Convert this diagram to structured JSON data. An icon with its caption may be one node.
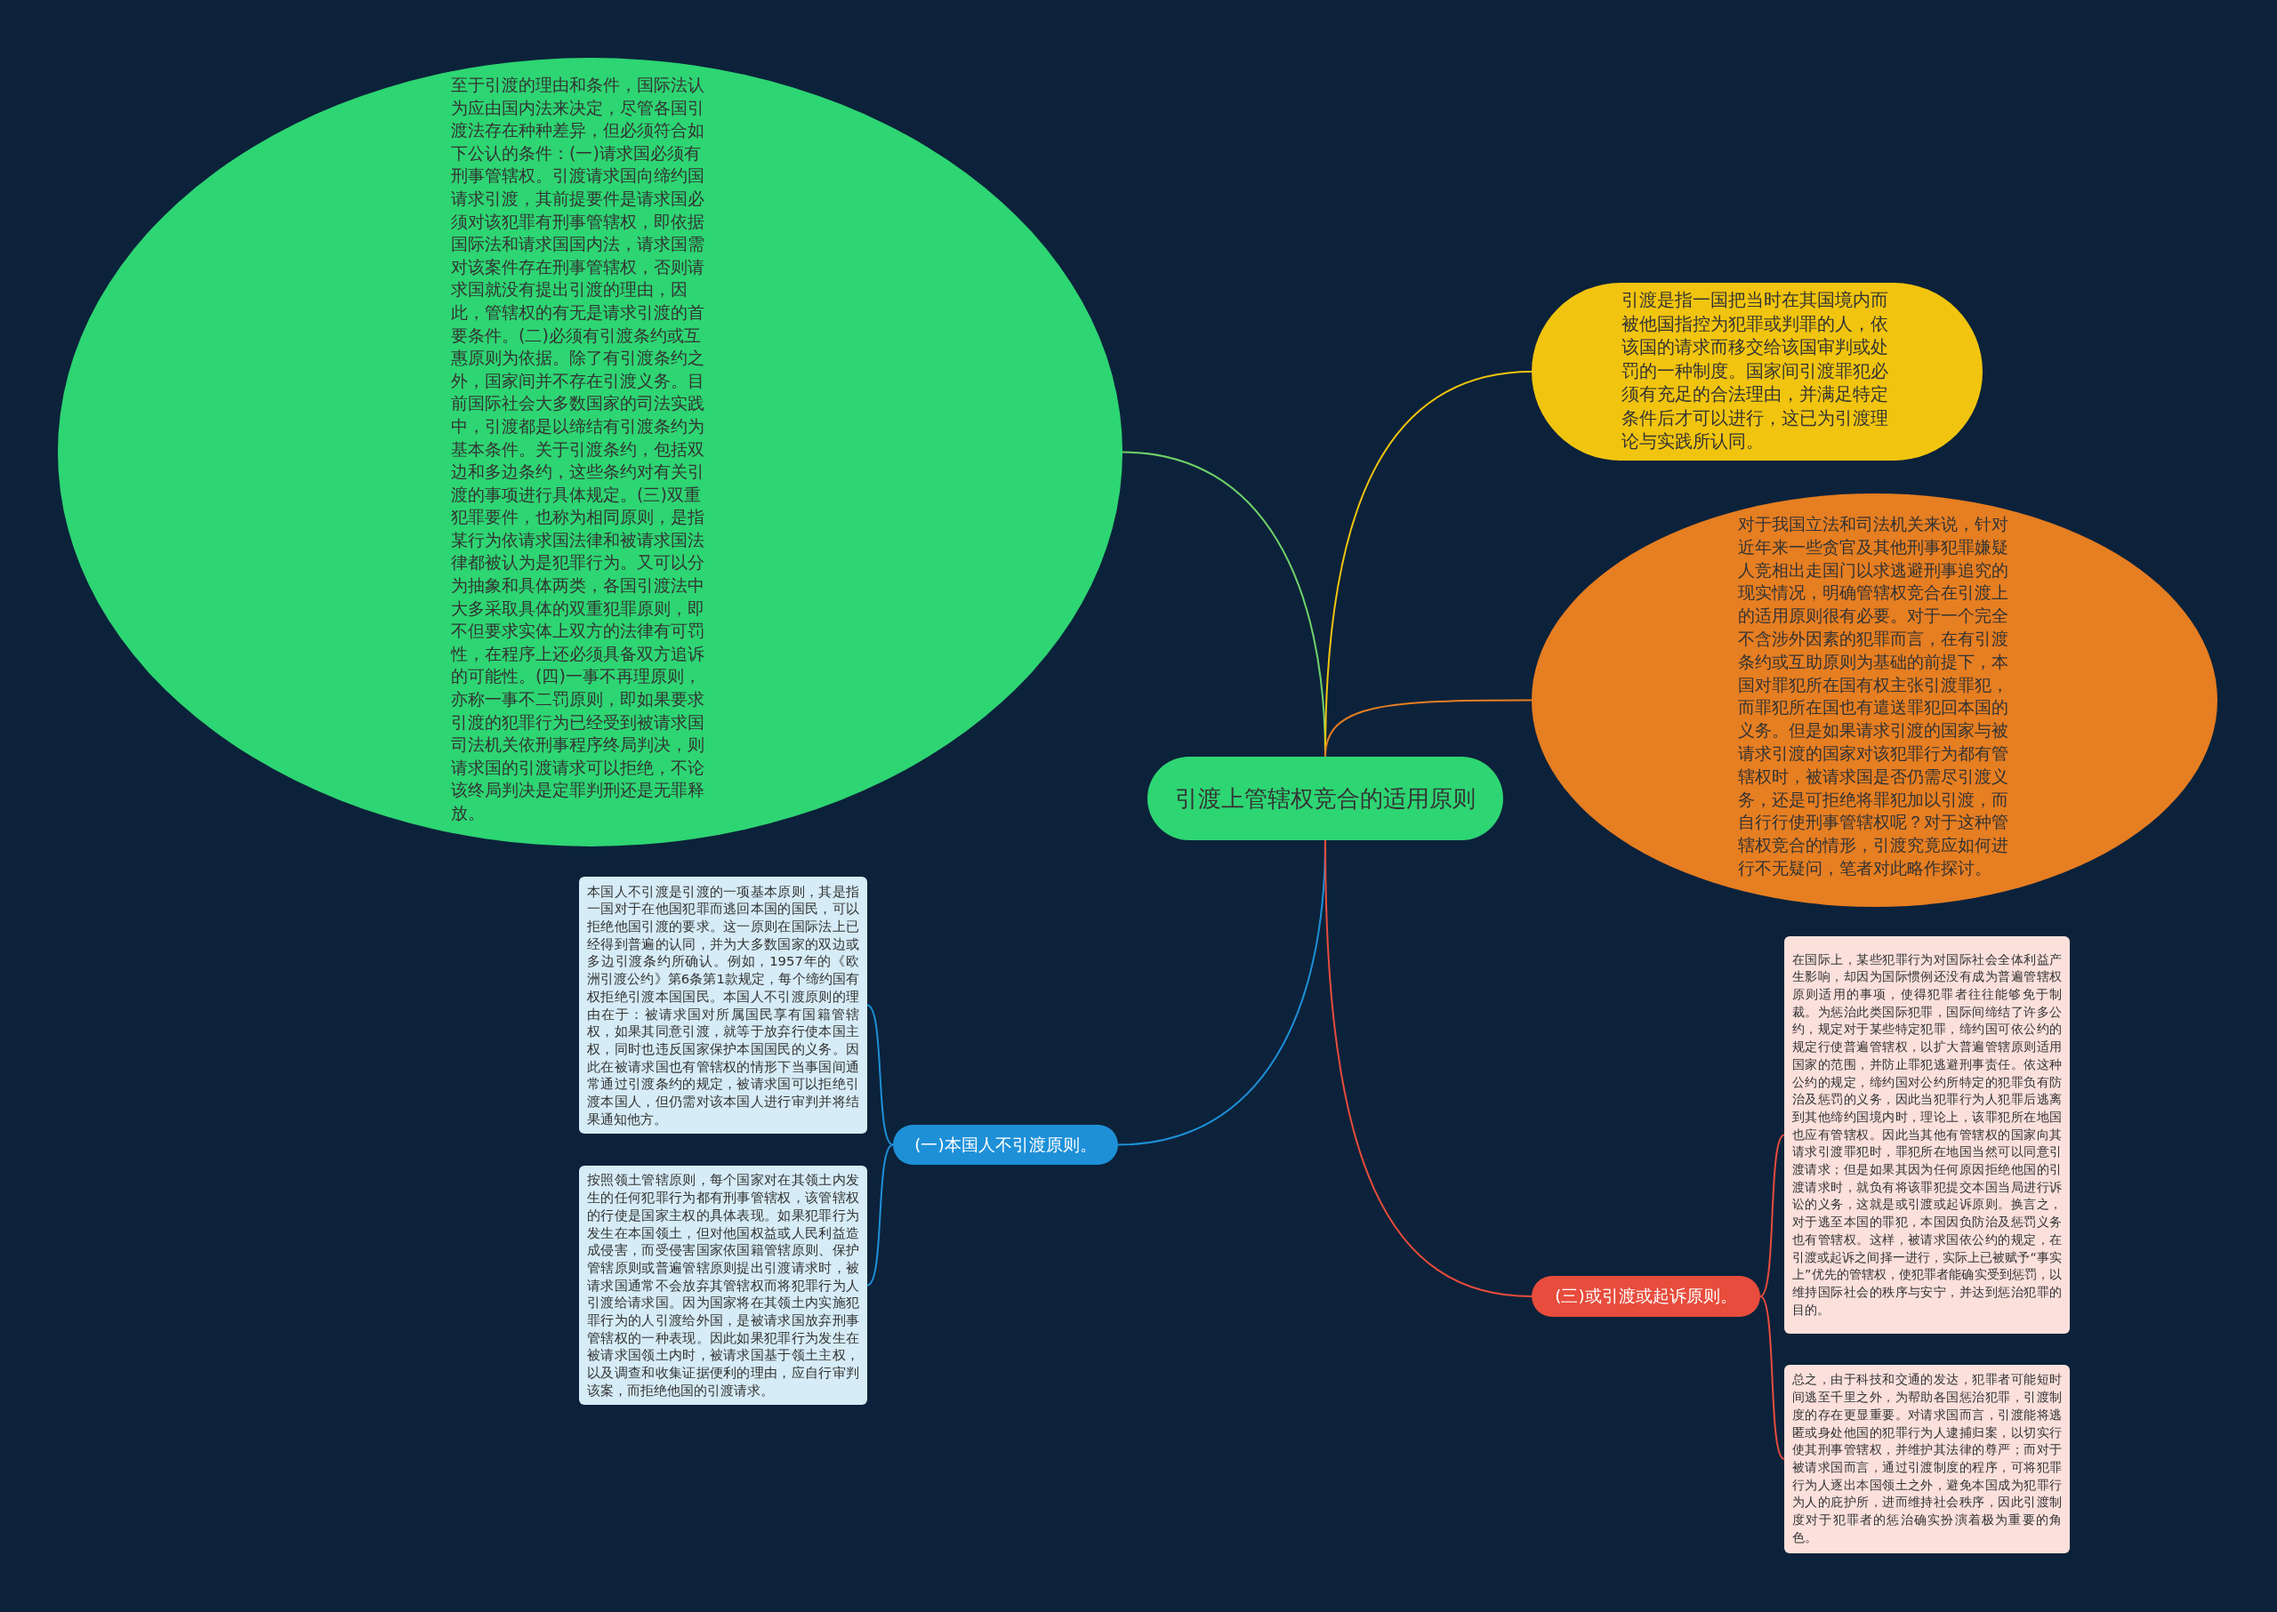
{
  "diagram": {
    "nodes": [
      {
        "text": [
          "引渡上管辖权竞合的适用原则"
        ]
      },
      {
        "text": [
          "至于引渡的理由和条件，国际法认为应由国内法来决定，尽管各国引渡法存在种种差异，但必须符合如下公认的条件：(一)请求国必须有刑事管辖权。引渡请求国向缔约国请求引渡，其前提要件是请求国必须对该犯罪有刑事管辖权，即依据国际法和请求国国内法，请求国需对该案件存在刑事管辖权，否则请求国就没有提出引渡的理由，因此，管辖权的有无是请求引渡的首要条件。(二)必须有引渡条约或互惠原则为依据。除了有引渡条约之外，国家间并不存在引渡义务。目前国际社会大多数国家的司法实践中，引渡都是以缔结有引渡条约为基本条件。关于引渡条约，包括双边和多边条约，这些条约对有关引渡的事项进行具体规定。(三)双重犯罪要件，也称为相同原则，是指某行为依请求国法律和被请求国法律都被认为是犯罪行为。又可以分为抽象和具体两类，各国引渡法中大多采取具体的双重犯罪原则，即不但要求实体上双方的法律有可罚性，在程序上还必须具备双方追诉的可能性。(四)一事不再理原则，亦称一事不二罚原则，即如果要求引渡的犯罪行为已经受到被请求国司法机关依刑事程序终局判决，则请求国的引渡请求可以拒绝，不论该终局判决是定罪判刑还是无罪释放。"
        ]
      },
      {
        "text": [
          "引渡是指一国把当时在其国境内而被他国指控为犯罪或判罪的人，依该国的请求而移交给该国审判或处罚的一种制度。国家间引渡罪犯必须有充足的合法理由，并满足特定条件后才可以进行，这已为引渡理论与实践所认同。"
        ]
      },
      {
        "text": [
          "对于我国立法和司法机关来说，针对近年来一些贪官及其他刑事犯罪嫌疑人竞相出走国门以求逃避刑事追究的现实情况，明确管辖权竞合在引渡上的适用原则很有必要。对于一个完全不含涉外因素的犯罪而言，在有引渡条约或互助原则为基础的前提下，本国对罪犯所在国有权主张引渡罪犯，而罪犯所在国也有遣送罪犯回本国的义务。但是如果请求引渡的国家与被请求引渡的国家对该犯罪行为都有管辖权时，被请求国是否仍需尽引渡义务，还是可拒绝将罪犯加以引渡，而自行行使刑事管辖权呢？对于这种管辖权竞合的情形，引渡究竟应如何进行不无疑问，笔者对此略作探讨。"
        ]
      },
      {
        "text": [
          "(一)本国人不引渡原则。"
        ]
      },
      {
        "text": [
          "本国人不引渡是引渡的一项基本原则，其是指一国对于在他国犯罪而逃回本国的国民，可以拒绝他国引渡的要求。这一原则在国际法上已经得到普遍的认同，并为大多数国家的双边或多边引渡条约所确认。例如，1957年的《欧洲引渡公约》第6条第1款规定，每个缔约国有权拒绝引渡本国国民。本国人不引渡原则的理由在于：被请求国对所属国民享有国籍管辖权，如果其同意引渡，就等于放弃行使本国主权，同时也违反国家保护本国国民的义务。因此在被请求国也有管辖权的情形下当事国间通常通过引渡条约的规定，被请求国可以拒绝引渡本国人，但仍需对该本国人进行审判并将结果通知他方。"
        ]
      },
      {
        "text": [
          "按照领土管辖原则，每个国家对在其领土内发生的任何犯罪行为都有刑事管辖权，该管辖权的行使是国家主权的具体表现。如果犯罪行为发生在本国领土，但对他国权益或人民利益造成侵害，而受侵害国家依国籍管辖原则、保护管辖原则或普遍管辖原则提出引渡请求时，被请求国通常不会放弃其管辖权而将犯罪行为人引渡给请求国。因为国家将在其领土内实施犯罪行为的人引渡给外国，是被请求国放弃刑事管辖权的一种表现。因此如果犯罪行为发生在被请求国领土内时，被请求国基于领土主权，以及调查和收集证据便利的理由，应自行审判该案，而拒绝他国的引渡请求。"
        ]
      },
      {
        "text": [
          "(三)或引渡或起诉原则。"
        ]
      },
      {
        "text": [
          "在国际上，某些犯罪行为对国际社会全体利益产生影响，却因为国际惯例还没有成为普遍管辖权原则适用的事项，使得犯罪者往往能够免于制裁。为惩治此类国际犯罪，国际间缔结了许多公约，规定对于某些特定犯罪，缔约国可依公约的规定行使普遍管辖权，以扩大普遍管辖原则适用国家的范围，并防止罪犯逃避刑事责任。依这种公约的规定，缔约国对公约所特定的犯罪负有防治及惩罚的义务，因此当犯罪行为人犯罪后逃离到其他缔约国境内时，理论上，该罪犯所在地国也应有管辖权。因此当其他有管辖权的国家向其请求引渡罪犯时，罪犯所在地国当然可以同意引渡请求；但是如果其因为任何原因拒绝他国的引渡请求时，就负有将该罪犯提交本国当局进行诉讼的义务，这就是或引渡或起诉原则。换言之，对于逃至本国的罪犯，本国因负防治及惩罚义务也有管辖权。这样，被请求国依公约的规定，在引渡或起诉之间择一进行，实际上已被赋予“事实上”优先的管辖权，使犯罪者能确实受到惩罚，以维持国际社会的秩序与安宁，并达到惩治犯罪的目的。"
        ]
      },
      {
        "text": [
          "总之，由于科技和交通的发达，犯罪者可能短时间逃至千里之外，为帮助各国惩治犯罪，引渡制度的存在更显重要。对请求国而言，引渡能将逃匿或身处他国的犯罪行为人逮捕归案，以切实行使其刑事管辖权，并维护其法律的尊严；而对于被请求国而言，通过引渡制度的程序，可将犯罪行为人逐出本国领土之外，避免本国成为犯罪行为人的庇护所，进而维持社会秩序，因此引渡制度对于犯罪者的惩治确实扮演着极为重要的角色。"
        ]
      }
    ],
    "edges": [
      {
        "from": 0,
        "to": 1,
        "arrow": "none",
        "color": "#6fd36a"
      },
      {
        "from": 0,
        "to": 2,
        "arrow": "none",
        "color": "#f1c40f"
      },
      {
        "from": 0,
        "to": 3,
        "arrow": "none",
        "color": "#e67e22"
      },
      {
        "from": 0,
        "to": 4,
        "arrow": "none",
        "color": "#1e90d8"
      },
      {
        "from": 0,
        "to": 7,
        "arrow": "none",
        "color": "#e74c3c"
      },
      {
        "from": 4,
        "to": 5,
        "arrow": "none",
        "color": "#1e90d8"
      },
      {
        "from": 4,
        "to": 6,
        "arrow": "none",
        "color": "#1e90d8"
      },
      {
        "from": 7,
        "to": 8,
        "arrow": "none",
        "color": "#e74c3c"
      },
      {
        "from": 7,
        "to": 9,
        "arrow": "none",
        "color": "#e74c3c"
      }
    ]
  }
}
